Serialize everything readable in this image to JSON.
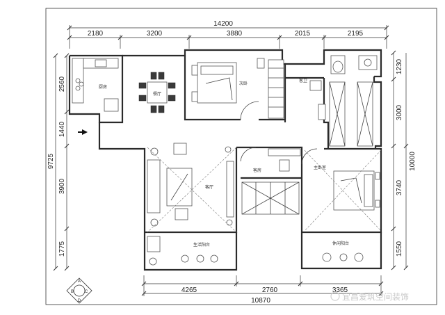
{
  "dimensions": {
    "top_total": "14200",
    "top_segments": [
      "2180",
      "3200",
      "3880",
      "2015",
      "2195"
    ],
    "bottom_total": "10870",
    "bottom_segments": [
      "4265",
      "2760",
      "3365"
    ],
    "left_total": "9725",
    "left_segments": [
      "2560",
      "1440",
      "3900",
      "1775"
    ],
    "right_total": "10000",
    "right_segments": [
      "1230",
      "3000",
      "3740",
      "1550"
    ]
  },
  "rooms": {
    "kitchen": "厨房",
    "dining": "餐厅",
    "second_bedroom": "次卧",
    "guest_bath": "客卫",
    "living": "客厅",
    "guest_room": "客房",
    "master_bedroom": "主卧室",
    "service_balcony": "生活阳台",
    "leisure_balcony": "休闲阳台"
  },
  "compass": {
    "letters": [
      "A",
      "B",
      "C",
      "D"
    ]
  },
  "watermark": "宜昌爱筑空间装饰"
}
